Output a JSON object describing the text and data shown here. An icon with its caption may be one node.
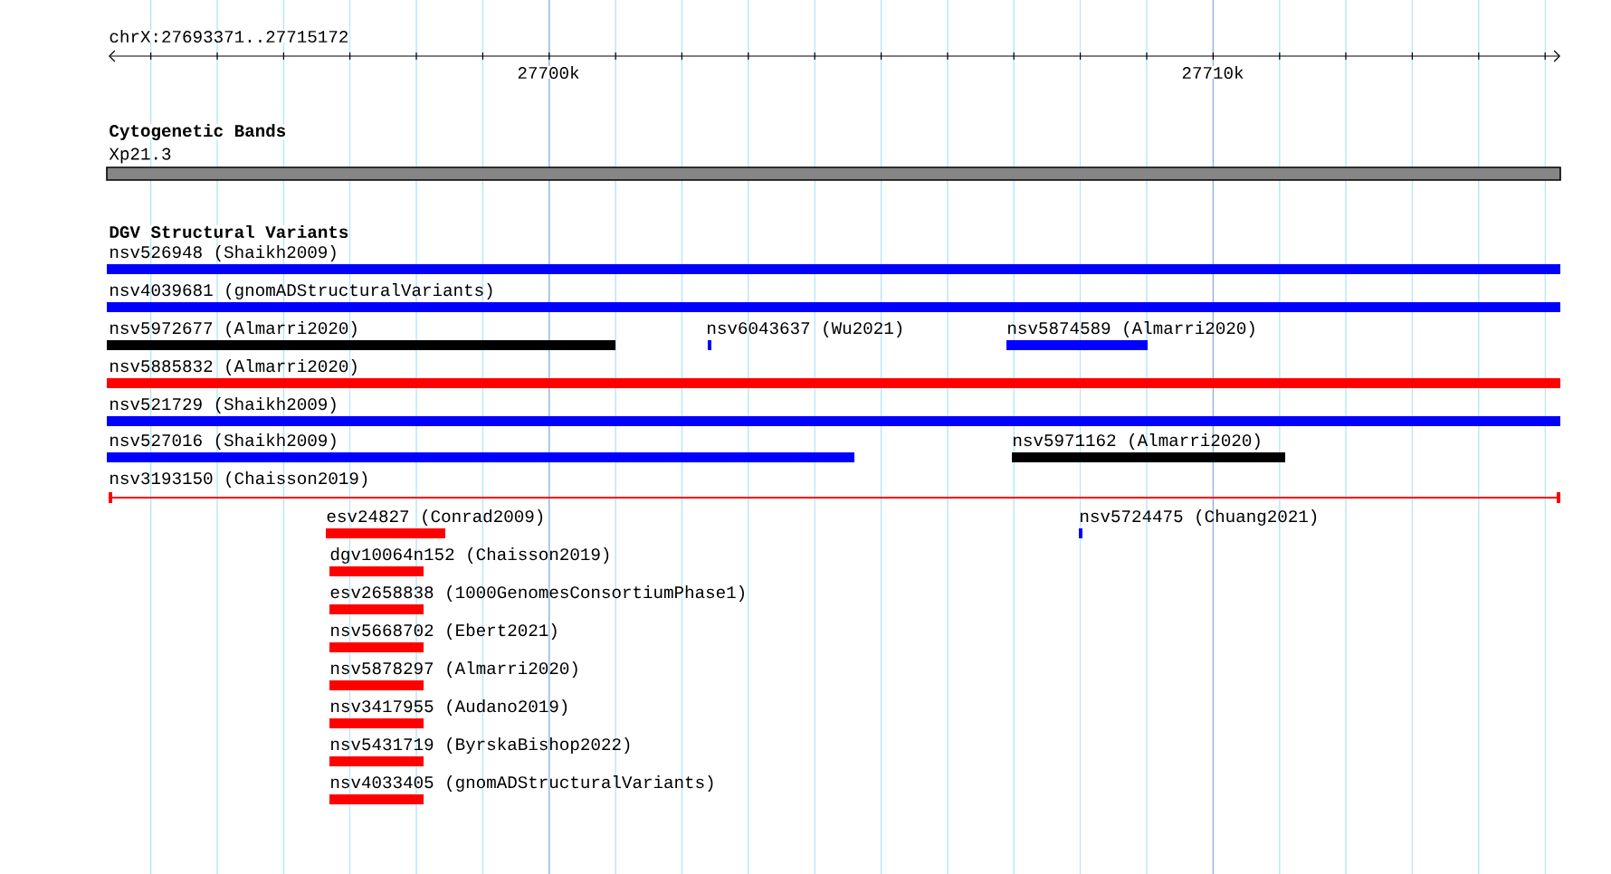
{
  "diagram": {
    "nodes": [
      {
        "text": [
          "nsv526948 (Shaikh2009)"
        ]
      },
      {
        "text": [
          "nsv4039681 (gnomADStructuralVariants)"
        ]
      },
      {
        "text": [
          "nsv5972677 (Almarri2020)"
        ]
      },
      {
        "text": [
          "nsv6043637 (Wu2021)"
        ]
      },
      {
        "text": [
          "nsv5874589 (Almarri2020)"
        ]
      },
      {
        "text": [
          "nsv5885832 (Almarri2020)"
        ]
      },
      {
        "text": [
          "nsv521729 (Shaikh2009)"
        ]
      },
      {
        "text": [
          "nsv527016 (Shaikh2009)"
        ]
      },
      {
        "text": [
          "nsv5971162 (Almarri2020)"
        ]
      },
      {
        "text": [
          "nsv3193150 (Chaisson2019)"
        ]
      },
      {
        "text": [
          "esv24827 (Conrad2009)"
        ]
      },
      {
        "text": [
          "nsv5724475 (Chuang2021)"
        ]
      },
      {
        "text": [
          "dgv10064n152 (Chaisson2019)"
        ]
      },
      {
        "text": [
          "esv2658838 (1000GenomesConsortiumPhase1)"
        ]
      },
      {
        "text": [
          "nsv5668702 (Ebert2021)"
        ]
      },
      {
        "text": [
          "nsv5878297 (Almarri2020)"
        ]
      },
      {
        "text": [
          "nsv3417955 (Audano2019)"
        ]
      },
      {
        "text": [
          "nsv5431719 (ByrskaBishop2022)"
        ]
      },
      {
        "text": [
          "nsv4033405 (gnomADStructuralVariants)"
        ]
      },
      {
        "text": [
          "Xp21.3"
        ]
      }
    ],
    "labels": [
      "chrX:27693371..27715172",
      "27700k",
      "27710k",
      "Cytogenetic Bands",
      "DGV Structural Variants"
    ]
  }
}
